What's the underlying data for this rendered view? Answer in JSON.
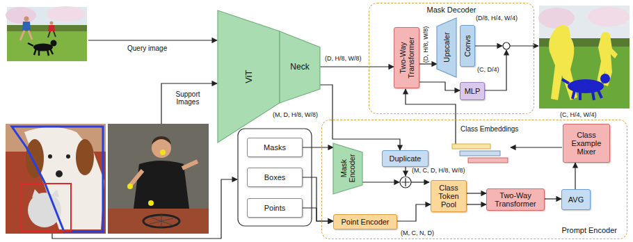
{
  "diagram": {
    "nodes": [
      {
        "text": [
          "ViT"
        ]
      },
      {
        "text": [
          "Neck"
        ]
      },
      {
        "text": [
          "Mask Decoder"
        ]
      },
      {
        "text": [
          "Two-Way Transformer"
        ],
        "in": 2
      },
      {
        "text": [
          "Upscaler"
        ],
        "in": 2
      },
      {
        "text": [
          "Convs"
        ],
        "in": 2
      },
      {
        "text": [
          "MLP"
        ],
        "in": 2
      },
      {
        "text": [
          "Masks"
        ]
      },
      {
        "text": [
          "Boxes"
        ]
      },
      {
        "text": [
          "Points"
        ]
      },
      {
        "text": [
          "Prompt Encoder"
        ]
      },
      {
        "text": [
          "Mask Encoder"
        ],
        "in": 10
      },
      {
        "text": [
          "Duplicate"
        ],
        "in": 10
      },
      {
        "text": [
          "Class Token Pool"
        ],
        "in": 10
      },
      {
        "text": [
          "Point Encoder"
        ],
        "in": 10
      },
      {
        "text": [
          "Two-Way Transformer"
        ],
        "in": 10
      },
      {
        "text": [
          "AVG"
        ],
        "in": 10
      },
      {
        "text": [
          "Class Example Mixer"
        ],
        "in": 10
      }
    ],
    "edges": [
      {
        "from": 1,
        "to": 3,
        "arrow": "to",
        "label": "(D, H/8, W/8)"
      },
      {
        "from": 1,
        "to": 12,
        "arrow": "to"
      },
      {
        "from": 3,
        "to": 4,
        "arrow": "to"
      },
      {
        "from": 3,
        "to": 6,
        "arrow": "to"
      },
      {
        "from": 7,
        "to": 11,
        "arrow": "to"
      },
      {
        "from": 8,
        "to": 14,
        "arrow": "to"
      },
      {
        "from": 9,
        "to": 14,
        "arrow": "to"
      },
      {
        "from": 14,
        "to": 13,
        "arrow": "to"
      },
      {
        "from": 13,
        "to": 15,
        "arrow": "to"
      },
      {
        "from": 13,
        "to": 15,
        "arrow": "to"
      },
      {
        "from": 15,
        "to": 16,
        "arrow": "to"
      },
      {
        "from": 16,
        "to": 17,
        "arrow": "to"
      }
    ],
    "labels": [
      "Query image",
      "Support Images",
      "(D, H/8, W/8)",
      "(D/8, H/4, W/4)",
      "(C, D/4)",
      "(C, H/4, W/4)",
      "(M, D, H/8, W/8)",
      "Class Embeddings",
      "(M, C, D, H/8, W/8)",
      "(M, C, N, D)"
    ]
  }
}
